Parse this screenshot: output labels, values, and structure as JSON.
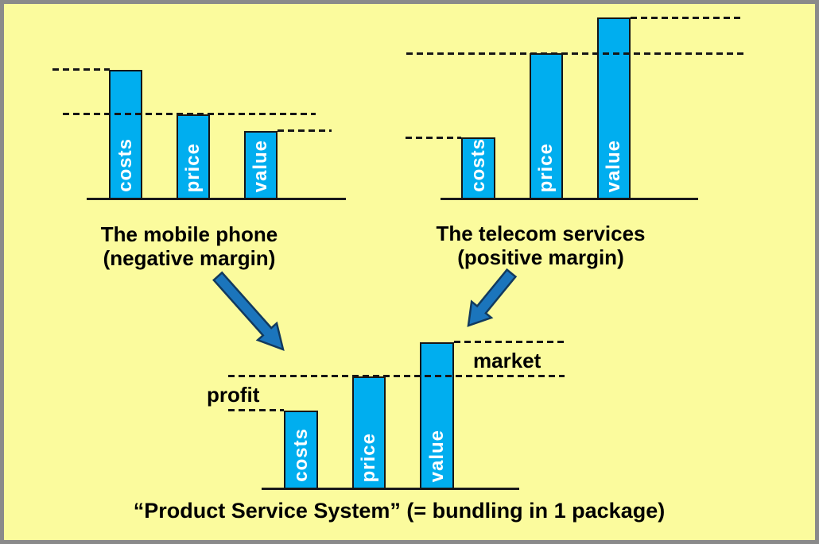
{
  "colors": {
    "background": "#FBFB9D",
    "frame_border": "#8A8A8A",
    "bar_fill": "#00AEEF",
    "bar_border": "#161616",
    "bar_label_text": "#FFFFFF",
    "arrow_fill": "#1B75BC",
    "text": "#000000"
  },
  "charts": {
    "mobile": {
      "title": "The mobile phone",
      "subtitle": "(negative margin)",
      "bars": [
        {
          "label": "costs"
        },
        {
          "label": "price"
        },
        {
          "label": "value"
        }
      ]
    },
    "telecom": {
      "title": "The telecom services",
      "subtitle": "(positive margin)",
      "bars": [
        {
          "label": "costs"
        },
        {
          "label": "price"
        },
        {
          "label": "value"
        }
      ]
    },
    "bundle": {
      "profit_label": "profit",
      "market_label": "market",
      "bars": [
        {
          "label": "costs"
        },
        {
          "label": "price"
        },
        {
          "label": "value"
        }
      ]
    }
  },
  "caption": "“Product Service System” (= bundling in 1 package)",
  "chart_data": [
    {
      "type": "bar",
      "title": "The mobile phone (negative margin)",
      "categories": [
        "costs",
        "price",
        "value"
      ],
      "values": [
        100,
        66,
        53
      ],
      "xlabel": "",
      "ylabel": "",
      "value_units": "relative height (no numeric axis shown)",
      "annotations": [
        "dashed reference line at the top of each bar",
        "price below costs and value below price → negative margin"
      ]
    },
    {
      "type": "bar",
      "title": "The telecom services (positive margin)",
      "categories": [
        "costs",
        "price",
        "value"
      ],
      "values": [
        34,
        80,
        100
      ],
      "xlabel": "",
      "ylabel": "",
      "value_units": "relative height (no numeric axis shown)",
      "annotations": [
        "dashed reference line at the top of each bar",
        "price above costs and value above price → positive margin"
      ]
    },
    {
      "type": "bar",
      "title": "“Product Service System” (= bundling in 1 package)",
      "categories": [
        "costs",
        "price",
        "value"
      ],
      "values": [
        54,
        77,
        100
      ],
      "xlabel": "",
      "ylabel": "",
      "value_units": "relative height (no numeric axis shown)",
      "annotations": [
        "profit = gap between costs level and price level",
        "market = gap between price level and value level",
        "two arrows feed into this chart from the mobile phone and telecom services charts"
      ]
    }
  ]
}
